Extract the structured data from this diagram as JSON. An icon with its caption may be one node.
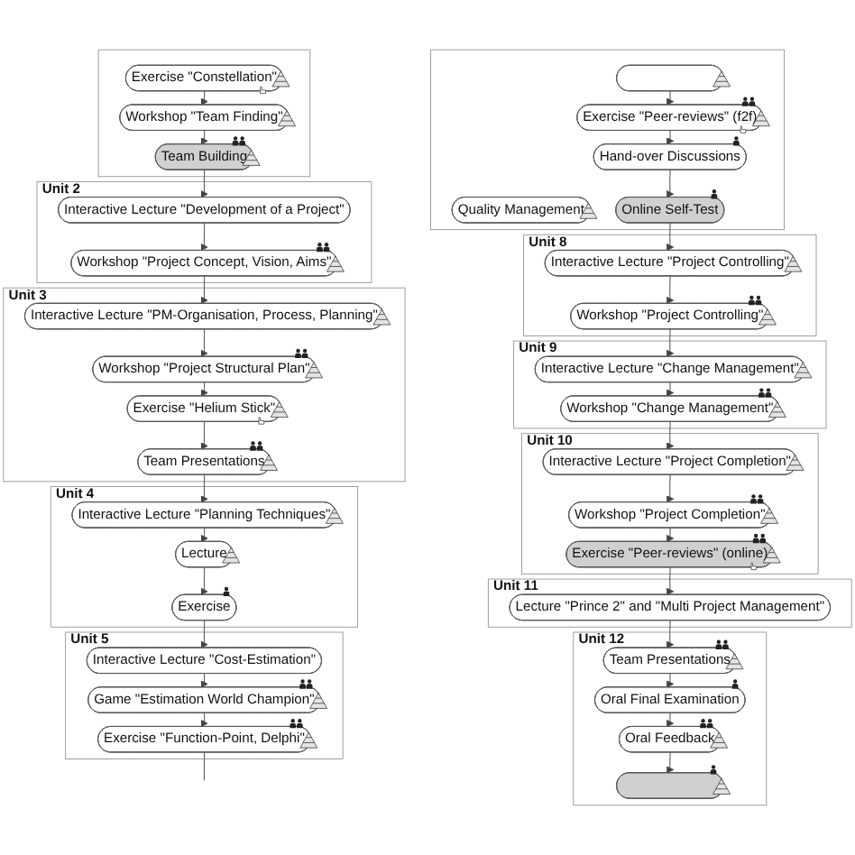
{
  "diagram": {
    "nodes": [
      {
        "text": [],
        "shape": "box"
      },
      {
        "text": [
          "Exercise \"Constellation\""
        ],
        "in": 0
      },
      {
        "text": [
          "Workshop \"Team Finding\""
        ],
        "in": 0
      },
      {
        "text": [
          "Team Building"
        ],
        "in": 0
      },
      {
        "text": [
          "Unit 2"
        ]
      },
      {
        "text": [
          "Interactive Lecture \"Development of a Project\""
        ],
        "in": 4
      },
      {
        "text": [
          "Workshop \"Project Concept, Vision, Aims\""
        ],
        "in": 4
      },
      {
        "text": [
          "Unit 3"
        ]
      },
      {
        "text": [
          "Interactive Lecture \"PM-Organisation, Process, Planning\""
        ],
        "in": 7
      },
      {
        "text": [
          "Workshop \"Project Structural Plan\""
        ],
        "in": 7
      },
      {
        "text": [
          "Exercise \"Helium Stick\""
        ],
        "in": 7
      },
      {
        "text": [
          "Team Presentations"
        ],
        "in": 7
      },
      {
        "text": [
          "Unit 4"
        ]
      },
      {
        "text": [
          "Interactive Lecture \"Planning Techniques\""
        ],
        "in": 12
      },
      {
        "text": [
          "Lecture"
        ],
        "in": 12
      },
      {
        "text": [
          "Exercise"
        ],
        "in": 12
      },
      {
        "text": [
          "Unit 5"
        ]
      },
      {
        "text": [
          "Interactive Lecture \"Cost-Estimation\""
        ],
        "in": 16
      },
      {
        "text": [
          "Game \"Estimation World Champion\""
        ],
        "in": 16
      },
      {
        "text": [
          "Exercise \"Function-Point, Delphi\""
        ],
        "in": 16
      },
      {
        "text": [],
        "shape": "box"
      },
      {
        "text": [
          "Quality Management"
        ],
        "in": 20
      },
      {
        "text": [],
        "shape": "box",
        "in": 20
      },
      {
        "text": [
          "Exercise \"Peer-reviews\" (f2f)"
        ],
        "in": 20
      },
      {
        "text": [
          "Hand-over Discussions"
        ],
        "in": 20
      },
      {
        "text": [
          "Online Self-Test"
        ],
        "in": 20
      },
      {
        "text": [
          "Unit 8"
        ]
      },
      {
        "text": [
          "Interactive Lecture \"Project Controlling\""
        ],
        "in": 26
      },
      {
        "text": [
          "Workshop \"Project Controlling\""
        ],
        "in": 26
      },
      {
        "text": [
          "Unit 9"
        ]
      },
      {
        "text": [
          "Interactive Lecture \"Change Management\""
        ],
        "in": 29
      },
      {
        "text": [
          "Workshop \"Change Management\""
        ],
        "in": 29
      },
      {
        "text": [
          "Unit 10"
        ]
      },
      {
        "text": [
          "Interactive Lecture \"Project Completion\""
        ],
        "in": 32
      },
      {
        "text": [
          "Workshop \"Project Completion\""
        ],
        "in": 32
      },
      {
        "text": [
          "Exercise \"Peer-reviews\" (online)"
        ],
        "in": 32
      },
      {
        "text": [
          "Unit 11"
        ]
      },
      {
        "text": [
          "Lecture \"Prince 2\" and \"Multi Project Management\""
        ],
        "in": 36
      },
      {
        "text": [
          "Unit 12"
        ]
      },
      {
        "text": [
          "Team Presentations"
        ],
        "in": 38
      },
      {
        "text": [
          "Oral Final Examination"
        ],
        "in": 38
      },
      {
        "text": [
          "Oral Feedback"
        ],
        "in": 38
      },
      {
        "text": [],
        "shape": "box",
        "in": 38
      }
    ],
    "edges": [
      {
        "from": 1,
        "to": 2,
        "arrow": "to"
      },
      {
        "from": 2,
        "to": 3,
        "arrow": "to"
      },
      {
        "from": 3,
        "to": 5,
        "arrow": "to"
      },
      {
        "from": 5,
        "to": 6,
        "arrow": "to"
      },
      {
        "from": 6,
        "to": 8,
        "arrow": "to"
      },
      {
        "from": 8,
        "to": 9,
        "arrow": "to"
      },
      {
        "from": 9,
        "to": 10,
        "arrow": "to"
      },
      {
        "from": 10,
        "to": 11,
        "arrow": "to"
      },
      {
        "from": 11,
        "to": 13,
        "arrow": "to"
      },
      {
        "from": 13,
        "to": 14,
        "arrow": "to"
      },
      {
        "from": 14,
        "to": 15,
        "arrow": "to"
      },
      {
        "from": 15,
        "to": 17,
        "arrow": "to"
      },
      {
        "from": 17,
        "to": 18,
        "arrow": "to"
      },
      {
        "from": 18,
        "to": 19,
        "arrow": "to"
      },
      {
        "from": 19,
        "to": null,
        "arrow": "none"
      },
      {
        "from": 22,
        "to": 23,
        "arrow": "to"
      },
      {
        "from": 23,
        "to": 24,
        "arrow": "to"
      },
      {
        "from": 24,
        "to": 25,
        "arrow": "to"
      },
      {
        "from": 25,
        "to": 27,
        "arrow": "to"
      },
      {
        "from": 27,
        "to": 28,
        "arrow": "to"
      },
      {
        "from": 28,
        "to": 30,
        "arrow": "to"
      },
      {
        "from": 30,
        "to": 31,
        "arrow": "to"
      },
      {
        "from": 31,
        "to": 33,
        "arrow": "to"
      },
      {
        "from": 33,
        "to": 34,
        "arrow": "to"
      },
      {
        "from": 34,
        "to": 35,
        "arrow": "to"
      },
      {
        "from": 35,
        "to": 37,
        "arrow": "to"
      },
      {
        "from": 37,
        "to": 39,
        "arrow": "to"
      },
      {
        "from": 39,
        "to": 40,
        "arrow": "to"
      },
      {
        "from": 40,
        "to": 41,
        "arrow": "to"
      },
      {
        "from": 41,
        "to": 42,
        "arrow": "to"
      }
    ]
  }
}
